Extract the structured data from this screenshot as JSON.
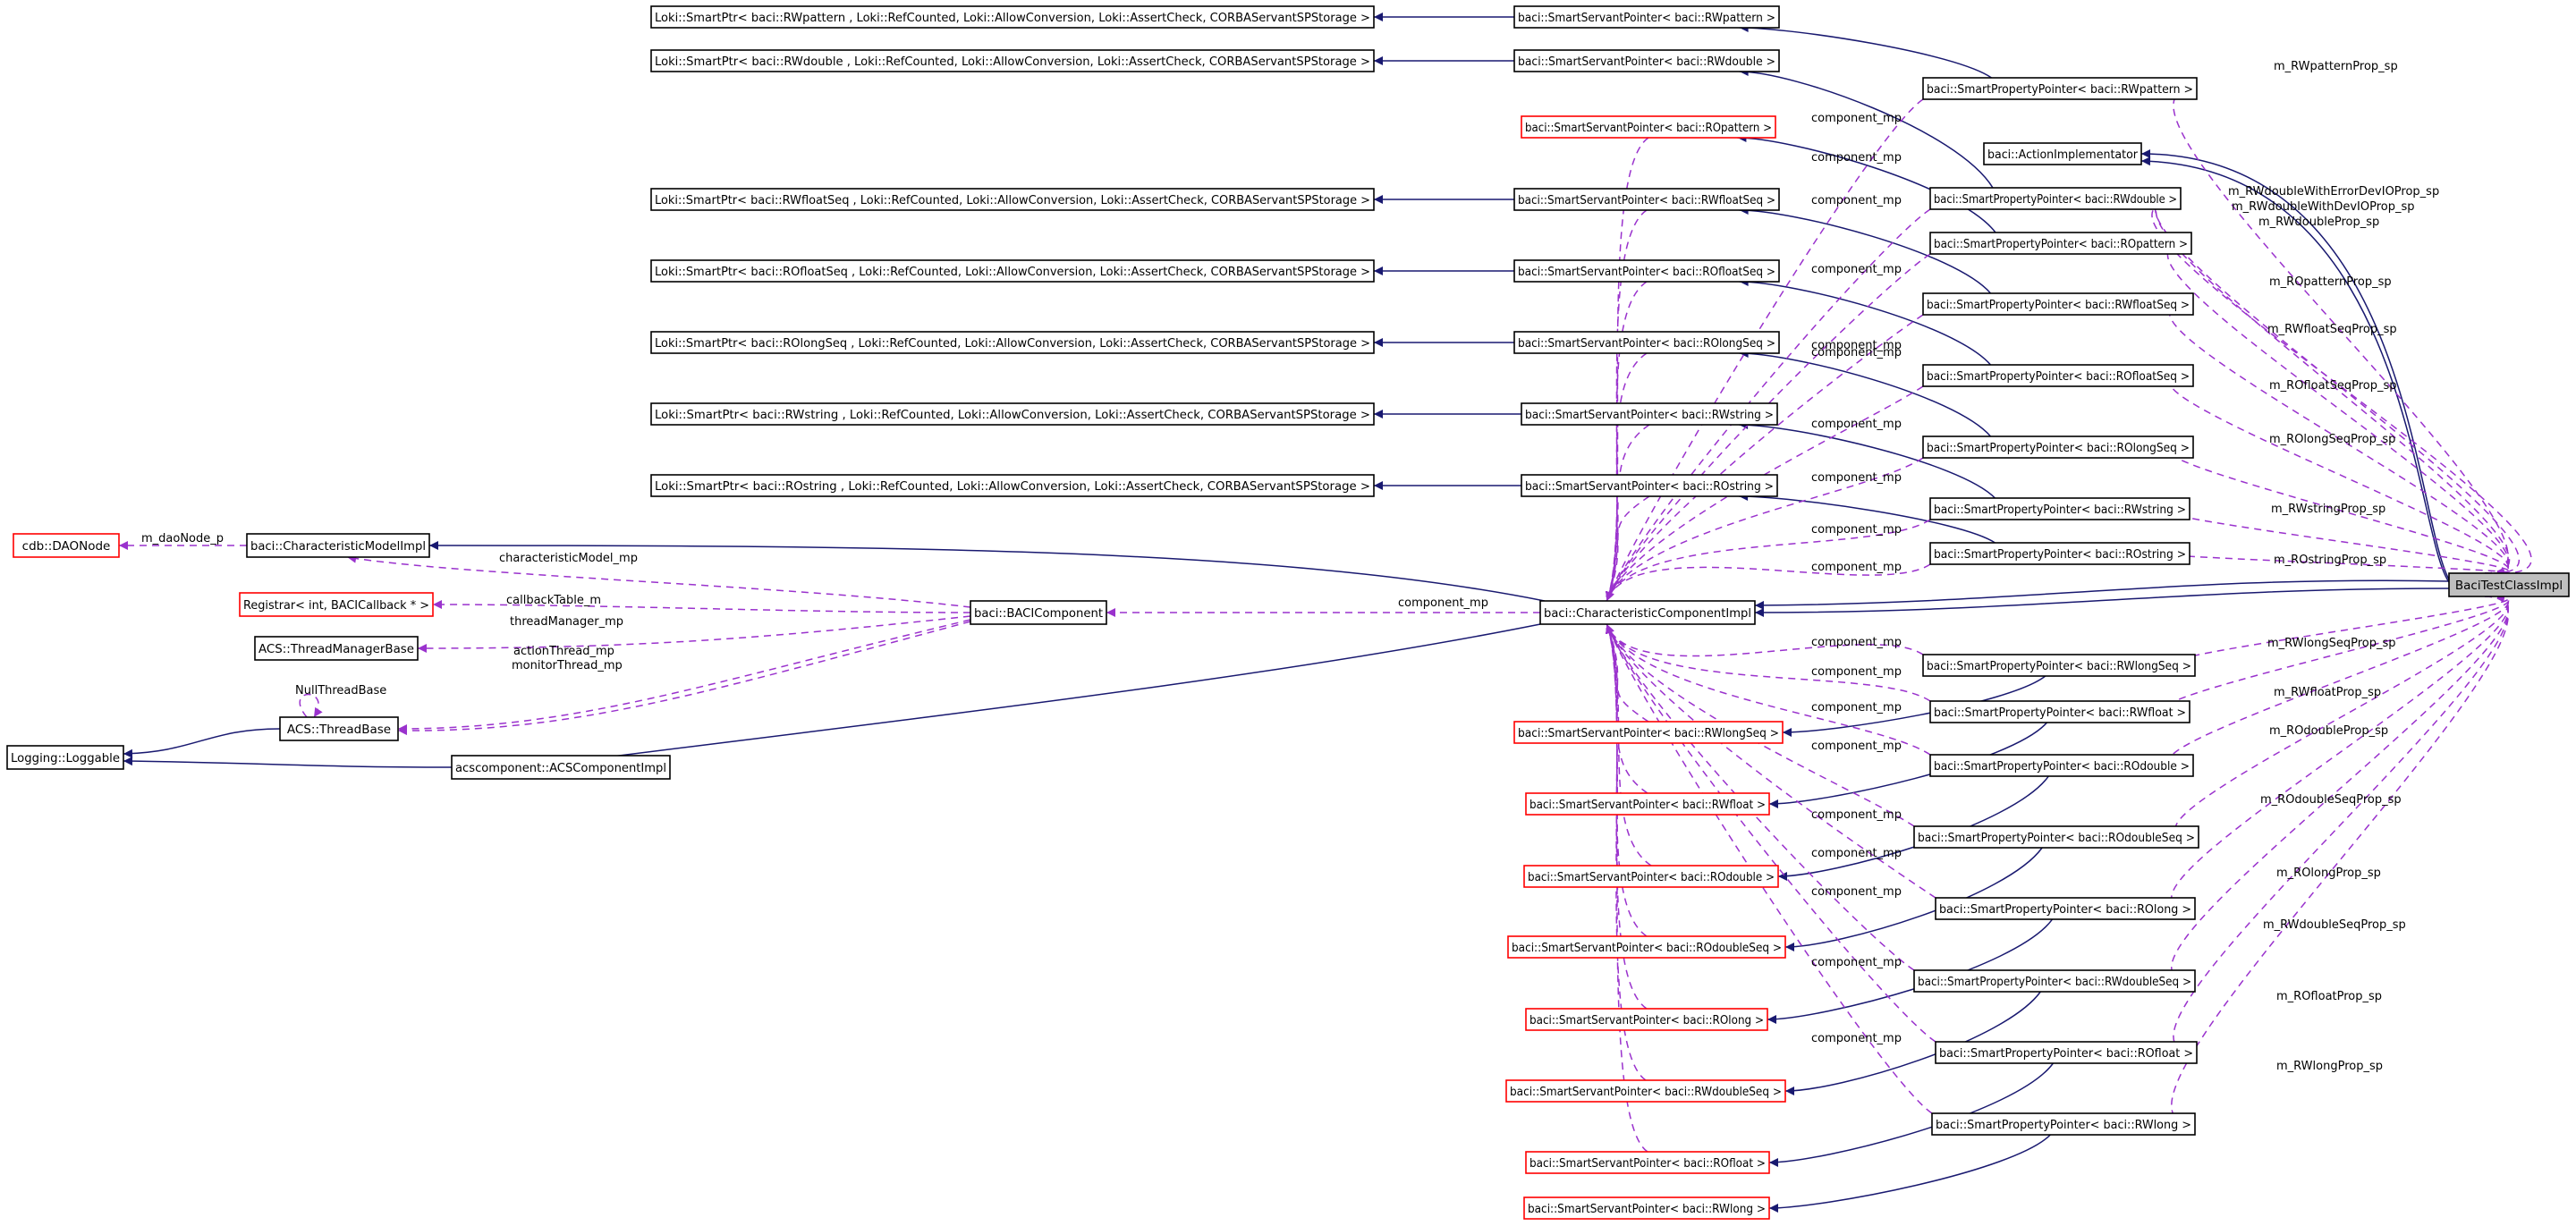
{
  "colors": {
    "inheritance": "#191970",
    "usage": "#9a32cd",
    "node_border": "#000000",
    "undocumented_border": "#ff0000",
    "selected_fill": "#bfbfbf",
    "background": "#ffffff"
  },
  "nodes": [
    {
      "id": "lk_rwpattern",
      "label": "Loki::SmartPtr< baci::RWpattern , Loki::RefCounted, Loki::AllowConversion, Loki::AssertCheck, CORBAServantSPStorage >",
      "style": "normal"
    },
    {
      "id": "lk_rwdouble",
      "label": "Loki::SmartPtr< baci::RWdouble , Loki::RefCounted, Loki::AllowConversion, Loki::AssertCheck, CORBAServantSPStorage >",
      "style": "normal"
    },
    {
      "id": "lk_rwfloatseq",
      "label": "Loki::SmartPtr< baci::RWfloatSeq , Loki::RefCounted, Loki::AllowConversion, Loki::AssertCheck, CORBAServantSPStorage >",
      "style": "normal"
    },
    {
      "id": "lk_rofloatseq",
      "label": "Loki::SmartPtr< baci::ROfloatSeq , Loki::RefCounted, Loki::AllowConversion, Loki::AssertCheck, CORBAServantSPStorage >",
      "style": "normal"
    },
    {
      "id": "lk_rolongseq",
      "label": "Loki::SmartPtr< baci::ROlongSeq , Loki::RefCounted, Loki::AllowConversion, Loki::AssertCheck, CORBAServantSPStorage >",
      "style": "normal"
    },
    {
      "id": "lk_rwstring",
      "label": "Loki::SmartPtr< baci::RWstring , Loki::RefCounted, Loki::AllowConversion, Loki::AssertCheck, CORBAServantSPStorage >",
      "style": "normal"
    },
    {
      "id": "lk_rostring",
      "label": "Loki::SmartPtr< baci::ROstring , Loki::RefCounted, Loki::AllowConversion, Loki::AssertCheck, CORBAServantSPStorage >",
      "style": "normal"
    },
    {
      "id": "ssp_rwpattern",
      "label": "baci::SmartServantPointer< baci::RWpattern >",
      "style": "normal"
    },
    {
      "id": "ssp_rwdouble",
      "label": "baci::SmartServantPointer< baci::RWdouble >",
      "style": "normal"
    },
    {
      "id": "ssp_ropattern",
      "label": "baci::SmartServantPointer< baci::ROpattern >",
      "style": "red"
    },
    {
      "id": "ssp_rwfloatseq",
      "label": "baci::SmartServantPointer< baci::RWfloatSeq >",
      "style": "normal"
    },
    {
      "id": "ssp_rofloatseq",
      "label": "baci::SmartServantPointer< baci::ROfloatSeq >",
      "style": "normal"
    },
    {
      "id": "ssp_rolongseq",
      "label": "baci::SmartServantPointer< baci::ROlongSeq >",
      "style": "normal"
    },
    {
      "id": "ssp_rwstring",
      "label": "baci::SmartServantPointer< baci::RWstring >",
      "style": "normal"
    },
    {
      "id": "ssp_rostring",
      "label": "baci::SmartServantPointer< baci::ROstring >",
      "style": "normal"
    },
    {
      "id": "ssp_rwlongseq",
      "label": "baci::SmartServantPointer< baci::RWlongSeq >",
      "style": "red"
    },
    {
      "id": "ssp_rwfloat",
      "label": "baci::SmartServantPointer< baci::RWfloat >",
      "style": "red"
    },
    {
      "id": "ssp_rodouble",
      "label": "baci::SmartServantPointer< baci::ROdouble >",
      "style": "red"
    },
    {
      "id": "ssp_rodoubleseq",
      "label": "baci::SmartServantPointer< baci::ROdoubleSeq >",
      "style": "red"
    },
    {
      "id": "ssp_rolong",
      "label": "baci::SmartServantPointer< baci::ROlong >",
      "style": "red"
    },
    {
      "id": "ssp_rwdoubleseq",
      "label": "baci::SmartServantPointer< baci::RWdoubleSeq >",
      "style": "red"
    },
    {
      "id": "ssp_rofloat",
      "label": "baci::SmartServantPointer< baci::ROfloat >",
      "style": "red"
    },
    {
      "id": "ssp_rwlong",
      "label": "baci::SmartServantPointer< baci::RWlong >",
      "style": "red"
    },
    {
      "id": "spp_rwpattern",
      "label": "baci::SmartPropertyPointer< baci::RWpattern >",
      "style": "normal"
    },
    {
      "id": "action_impl",
      "label": "baci::ActionImplementator",
      "style": "normal"
    },
    {
      "id": "spp_rwdouble",
      "label": "baci::SmartPropertyPointer< baci::RWdouble >",
      "style": "normal"
    },
    {
      "id": "spp_ropattern",
      "label": "baci::SmartPropertyPointer< baci::ROpattern >",
      "style": "normal"
    },
    {
      "id": "spp_rwfloatseq",
      "label": "baci::SmartPropertyPointer< baci::RWfloatSeq >",
      "style": "normal"
    },
    {
      "id": "spp_rofloatseq",
      "label": "baci::SmartPropertyPointer< baci::ROfloatSeq >",
      "style": "normal"
    },
    {
      "id": "spp_rolongseq",
      "label": "baci::SmartPropertyPointer< baci::ROlongSeq >",
      "style": "normal"
    },
    {
      "id": "spp_rwstring",
      "label": "baci::SmartPropertyPointer< baci::RWstring >",
      "style": "normal"
    },
    {
      "id": "spp_rostring",
      "label": "baci::SmartPropertyPointer< baci::ROstring >",
      "style": "normal"
    },
    {
      "id": "spp_rwlongseq",
      "label": "baci::SmartPropertyPointer< baci::RWlongSeq >",
      "style": "normal"
    },
    {
      "id": "spp_rwfloat",
      "label": "baci::SmartPropertyPointer< baci::RWfloat >",
      "style": "normal"
    },
    {
      "id": "spp_rodouble",
      "label": "baci::SmartPropertyPointer< baci::ROdouble >",
      "style": "normal"
    },
    {
      "id": "spp_rodoubleseq",
      "label": "baci::SmartPropertyPointer< baci::ROdoubleSeq >",
      "style": "normal"
    },
    {
      "id": "spp_rolong",
      "label": "baci::SmartPropertyPointer< baci::ROlong >",
      "style": "normal"
    },
    {
      "id": "spp_rwdoubleseq",
      "label": "baci::SmartPropertyPointer< baci::RWdoubleSeq >",
      "style": "normal"
    },
    {
      "id": "spp_rofloat",
      "label": "baci::SmartPropertyPointer< baci::ROfloat >",
      "style": "normal"
    },
    {
      "id": "spp_rwlong",
      "label": "baci::SmartPropertyPointer< baci::RWlong >",
      "style": "normal"
    },
    {
      "id": "cdb_daonode",
      "label": "cdb::DAONode",
      "style": "red"
    },
    {
      "id": "char_model",
      "label": "baci::CharacteristicModelImpl",
      "style": "normal"
    },
    {
      "id": "registrar",
      "label": "Registrar< int, BACICallback * >",
      "style": "red"
    },
    {
      "id": "thread_mgr",
      "label": "ACS::ThreadManagerBase",
      "style": "normal"
    },
    {
      "id": "thread_base",
      "label": "ACS::ThreadBase",
      "style": "normal"
    },
    {
      "id": "loggable",
      "label": "Logging::Loggable",
      "style": "normal"
    },
    {
      "id": "acs_comp",
      "label": "acscomponent::ACSComponentImpl",
      "style": "normal"
    },
    {
      "id": "baci_comp",
      "label": "baci::BACIComponent",
      "style": "normal"
    },
    {
      "id": "char_comp",
      "label": "baci::CharacteristicComponentImpl",
      "style": "normal"
    },
    {
      "id": "baci_test",
      "label": "BaciTestClassImpl",
      "style": "selected"
    }
  ],
  "edge_labels": {
    "rwpattern_prop": "m_RWpatternProp_sp",
    "rwdouble_err_prop": "m_RWdoubleWithErrorDevIOProp_sp",
    "rwdouble_dev_prop": "m_RWdoubleWithDevIOProp_sp",
    "rwdouble_prop": "m_RWdoubleProp_sp",
    "ropattern_prop": "m_ROpatternProp_sp",
    "rwfloatseq_prop": "m_RWfloatSeqProp_sp",
    "rofloatseq_prop": "m_ROfloatSeqProp_sp",
    "rolongseq_prop": "m_ROlongSeqProp_sp",
    "rwstring_prop": "m_RWstringProp_sp",
    "rostring_prop": "m_ROstringProp_sp",
    "rwlongseq_prop": "m_RWlongSeqProp_sp",
    "rwfloat_prop": "m_RWfloatProp_sp",
    "rodouble_prop": "m_ROdoubleProp_sp",
    "rodoubleseq_prop": "m_ROdoubleSeqProp_sp",
    "rolong_prop": "m_ROlongProp_sp",
    "rwdoubleseq_prop": "m_RWdoubleSeqProp_sp",
    "rofloat_prop": "m_ROfloatProp_sp",
    "rwlong_prop": "m_RWlongProp_sp",
    "component_mp": "component_mp",
    "dao_node": "m_daoNode_p",
    "char_model_mp": "characteristicModel_mp",
    "callback_table": "callbackTable_m",
    "thread_manager": "threadManager_mp",
    "action_thread": "actionThread_mp",
    "monitor_thread": "monitorThread_mp",
    "null_thread": "NullThreadBase"
  }
}
